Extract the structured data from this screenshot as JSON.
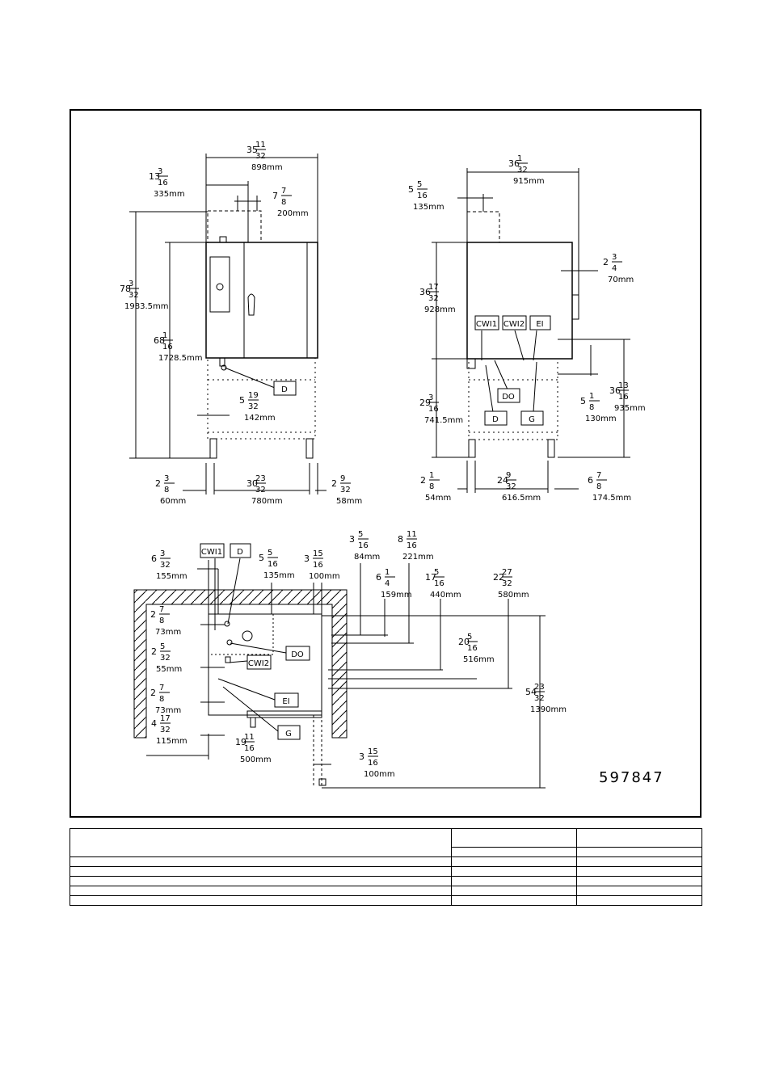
{
  "drawing_number": "597847",
  "connection_tags": [
    "D",
    "DO",
    "CWI1",
    "CWI2",
    "EI",
    "G"
  ],
  "front_view": {
    "overall_width": {
      "whole": "35",
      "num": "11",
      "den": "32",
      "mm": "898mm"
    },
    "left_offset": {
      "whole": "13",
      "num": "3",
      "den": "16",
      "mm": "335mm"
    },
    "flue_width": {
      "whole": "7",
      "num": "7",
      "den": "8",
      "mm": "200mm"
    },
    "overall_height": {
      "whole": "78",
      "num": "3",
      "den": "32",
      "mm": "1983.5mm"
    },
    "cabinet_height": {
      "whole": "68",
      "num": "1",
      "den": "16",
      "mm": "1728.5mm"
    },
    "drain_offset": {
      "whole": "5",
      "num": "19",
      "den": "32",
      "mm": "142mm"
    },
    "left_foot": {
      "whole": "2",
      "num": "3",
      "den": "8",
      "mm": "60mm"
    },
    "foot_span": {
      "whole": "30",
      "num": "23",
      "den": "32",
      "mm": "780mm"
    },
    "right_foot": {
      "whole": "2",
      "num": "9",
      "den": "32",
      "mm": "58mm"
    }
  },
  "side_view": {
    "overall_depth": {
      "whole": "36",
      "num": "1",
      "den": "32",
      "mm": "915mm"
    },
    "flue_offset": {
      "whole": "5",
      "num": "5",
      "den": "16",
      "mm": "135mm"
    },
    "handle": {
      "whole": "2",
      "num": "3",
      "den": "4",
      "mm": "70mm"
    },
    "body_height": {
      "whole": "36",
      "num": "17",
      "den": "32",
      "mm": "928mm"
    },
    "stand_height": {
      "whole": "29",
      "num": "3",
      "den": "16",
      "mm": "741.5mm"
    },
    "conn_height": {
      "whole": "36",
      "num": "13",
      "den": "16",
      "mm": "935mm"
    },
    "gap": {
      "whole": "5",
      "num": "1",
      "den": "8",
      "mm": "130mm"
    },
    "rear_foot": {
      "whole": "2",
      "num": "1",
      "den": "8",
      "mm": "54mm"
    },
    "foot_depth": {
      "whole": "24",
      "num": "9",
      "den": "32",
      "mm": "616.5mm"
    },
    "front_foot": {
      "whole": "6",
      "num": "7",
      "den": "8",
      "mm": "174.5mm"
    }
  },
  "plan_view": {
    "cwi1": {
      "whole": "6",
      "num": "3",
      "den": "32",
      "mm": "155mm"
    },
    "d": {
      "whole": "5",
      "num": "5",
      "den": "16",
      "mm": "135mm"
    },
    "wall_gap": {
      "whole": "3",
      "num": "15",
      "den": "16",
      "mm": "100mm"
    },
    "d1": {
      "whole": "3",
      "num": "5",
      "den": "16",
      "mm": "84mm"
    },
    "d2": {
      "whole": "8",
      "num": "11",
      "den": "16",
      "mm": "221mm"
    },
    "d3": {
      "whole": "6",
      "num": "1",
      "den": "4",
      "mm": "159mm"
    },
    "d4": {
      "whole": "17",
      "num": "5",
      "den": "16",
      "mm": "440mm"
    },
    "d5": {
      "whole": "22",
      "num": "27",
      "den": "32",
      "mm": "580mm"
    },
    "d6": {
      "whole": "20",
      "num": "5",
      "den": "16",
      "mm": "516mm"
    },
    "total": {
      "whole": "54",
      "num": "23",
      "den": "32",
      "mm": "1390mm"
    },
    "l1": {
      "whole": "2",
      "num": "7",
      "den": "8",
      "mm": "73mm"
    },
    "l2": {
      "whole": "2",
      "num": "5",
      "den": "32",
      "mm": "55mm"
    },
    "l3": {
      "whole": "2",
      "num": "7",
      "den": "8",
      "mm": "73mm"
    },
    "l4": {
      "whole": "4",
      "num": "17",
      "den": "32",
      "mm": "115mm"
    },
    "clear": {
      "whole": "19",
      "num": "11",
      "den": "16",
      "mm": "500mm"
    },
    "rear_gap": {
      "whole": "3",
      "num": "15",
      "den": "16",
      "mm": "100mm"
    }
  }
}
